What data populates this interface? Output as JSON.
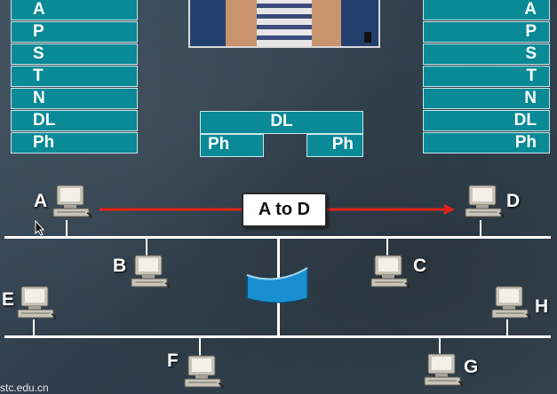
{
  "left_stack": [
    "A",
    "P",
    "S",
    "T",
    "N",
    "DL",
    "Ph"
  ],
  "right_stack": [
    "A",
    "P",
    "S",
    "T",
    "N",
    "DL",
    "Ph"
  ],
  "bridge": {
    "top": "DL",
    "bottom_left": "Ph",
    "bottom_right": "Ph"
  },
  "nodes": {
    "A": "A",
    "B": "B",
    "C": "C",
    "D": "D",
    "E": "E",
    "F": "F",
    "G": "G",
    "H": "H"
  },
  "transfer_label": "A to D",
  "watermark": "stc.edu.cn",
  "colors": {
    "layer_fill": "#0a8a96",
    "layer_border": "#c7e6ea",
    "arrow": "#e0231a",
    "bus": "#ffffff",
    "bridge": "#1a8fd0"
  }
}
